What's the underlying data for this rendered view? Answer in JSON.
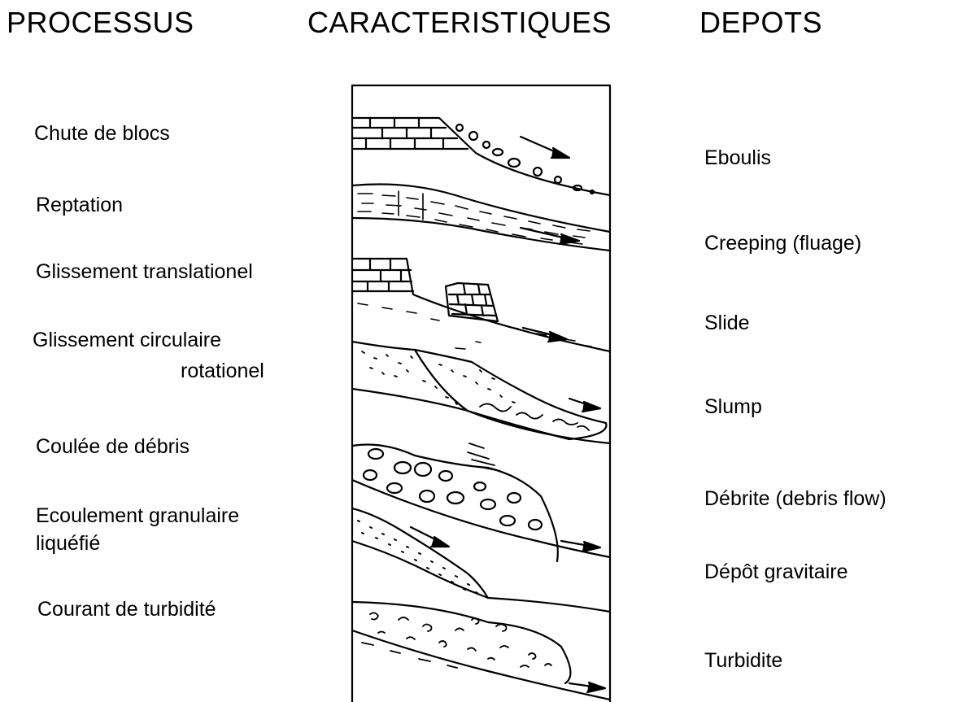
{
  "headers": {
    "processus": "PROCESSUS",
    "caracteristiques": "CARACTERISTIQUES",
    "depots": "DEPOTS"
  },
  "processus": [
    {
      "line1": "Chute de blocs",
      "line2": ""
    },
    {
      "line1": "Reptation",
      "line2": ""
    },
    {
      "line1": "Glissement translationel",
      "line2": ""
    },
    {
      "line1": "Glissement circulaire",
      "line2": "rotationel"
    },
    {
      "line1": "Coulée  de débris",
      "line2": ""
    },
    {
      "line1": "Ecoulement granulaire",
      "line2": "liquéfié"
    },
    {
      "line1": "Courant de turbidité",
      "line2": ""
    }
  ],
  "depots": [
    "Eboulis",
    "Creeping (fluage)",
    "Slide",
    "Slump",
    "Débrite (debris flow)",
    "Dépôt gravitaire",
    "Turbidite"
  ]
}
